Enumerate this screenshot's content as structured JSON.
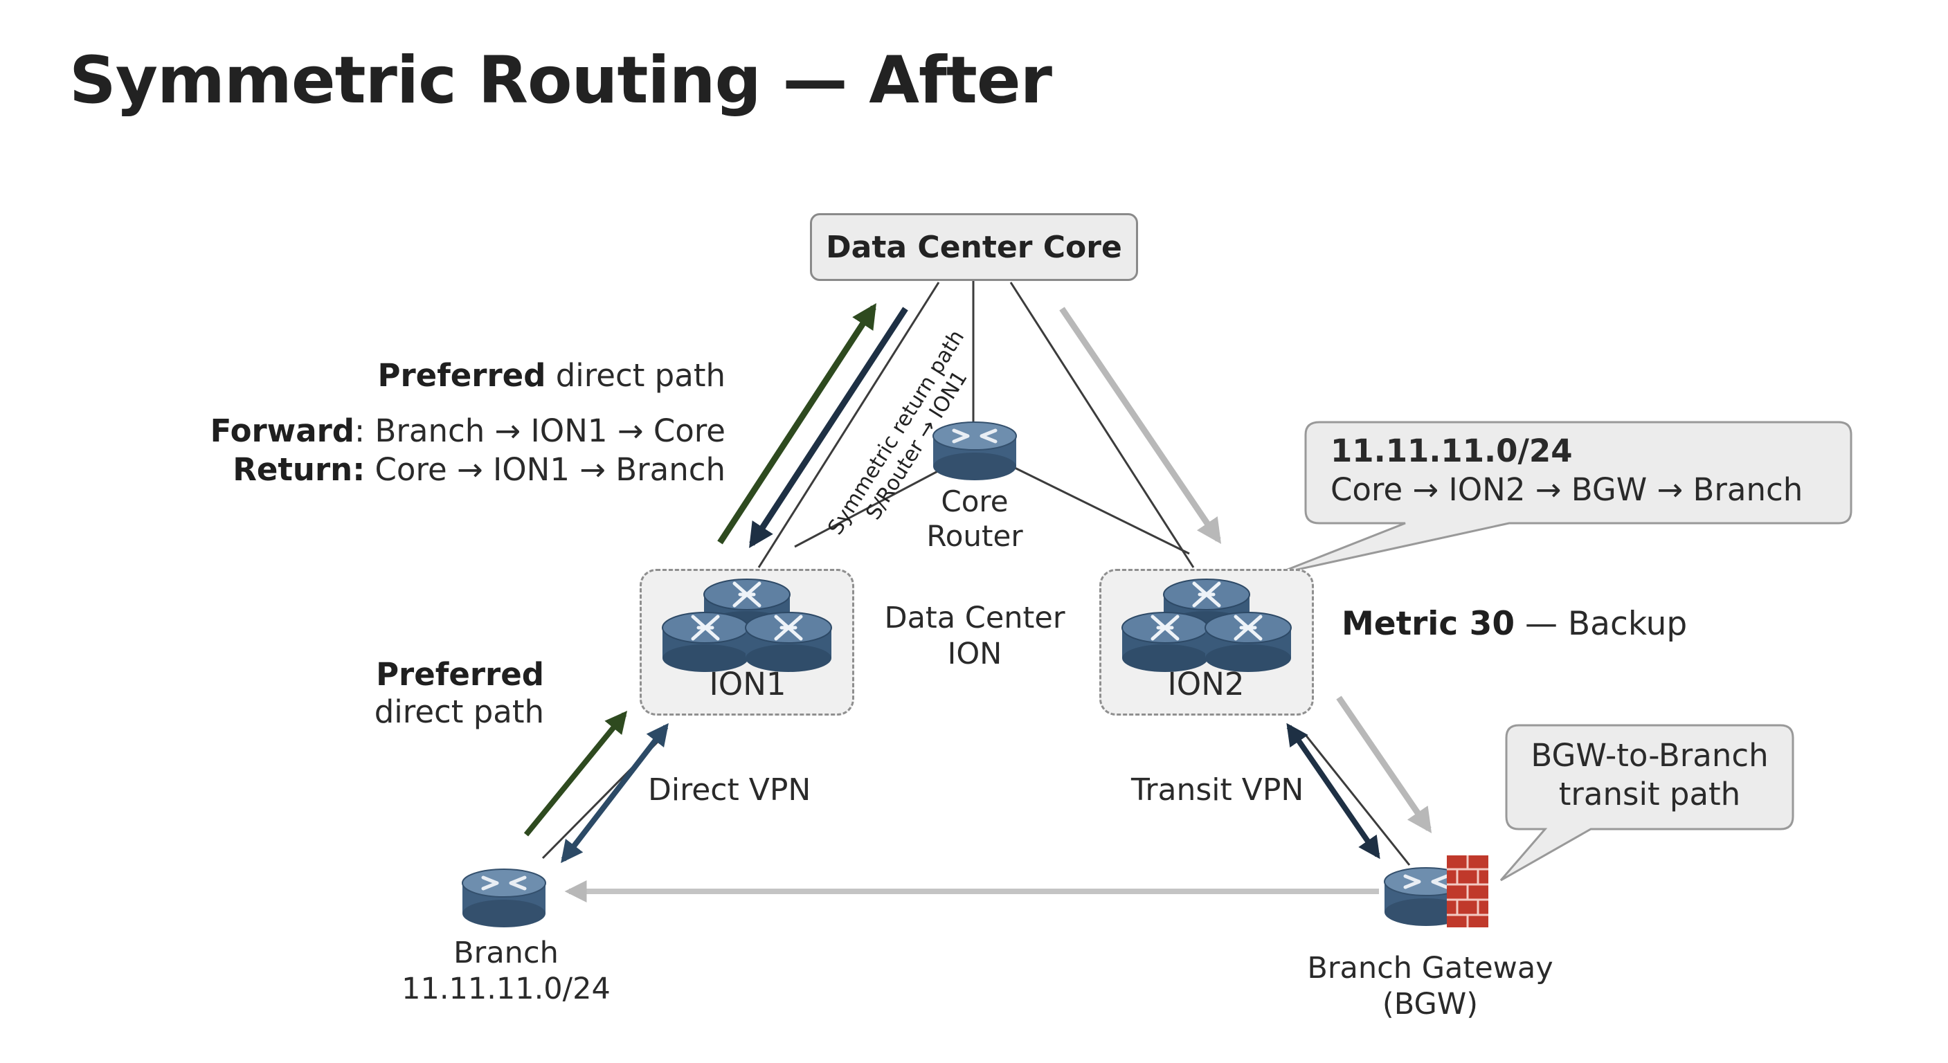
{
  "title": "Symmetric Routing — After",
  "core_box": "Data Center Core",
  "preferred_top": {
    "bold": "Preferred",
    "rest": " direct path"
  },
  "forward": {
    "bold": "Forward",
    "rest": ": Branch → ION1 → Core"
  },
  "return": {
    "bold": "Return:",
    "rest": " Core → ION1 → Branch"
  },
  "symmetric_label": {
    "line1": "Symmetric return path",
    "line2": "S/Router → ION1"
  },
  "core_router": {
    "line1": "Core",
    "line2": "Router"
  },
  "dc_ion": {
    "line1": "Data Center",
    "line2": "ION"
  },
  "ion1": "ION1",
  "ion2": "ION2",
  "callout_prefix": {
    "line1": "11.11.11.0/24",
    "line2": "Core → ION2 → BGW → Branch"
  },
  "metric": {
    "bold": "Metric 30",
    "rest": " — Backup"
  },
  "preferred_left": {
    "line1": "Preferred",
    "line2": "direct path"
  },
  "direct_vpn": "Direct VPN",
  "transit_vpn": "Transit VPN",
  "callout_bgw": {
    "line1": "BGW-to-Branch",
    "line2": "transit path"
  },
  "branch": {
    "line1": "Branch",
    "line2": "11.11.11.0/24"
  },
  "bgw": {
    "line1": "Branch Gateway",
    "line2": "(BGW)"
  },
  "colors": {
    "preferred_arrow": "#2e4a1f",
    "return_arrow": "#1e3044",
    "direct_vpn_arrow": "#2c4a66",
    "backup_arrow": "#b8b8b8",
    "router_body": "#3f5f80",
    "router_top": "#6e8eae",
    "firewall": "#c0392b",
    "callout_fill": "#ececec",
    "callout_border": "#999999"
  },
  "icons": [
    "router-icon",
    "firewall-icon"
  ]
}
